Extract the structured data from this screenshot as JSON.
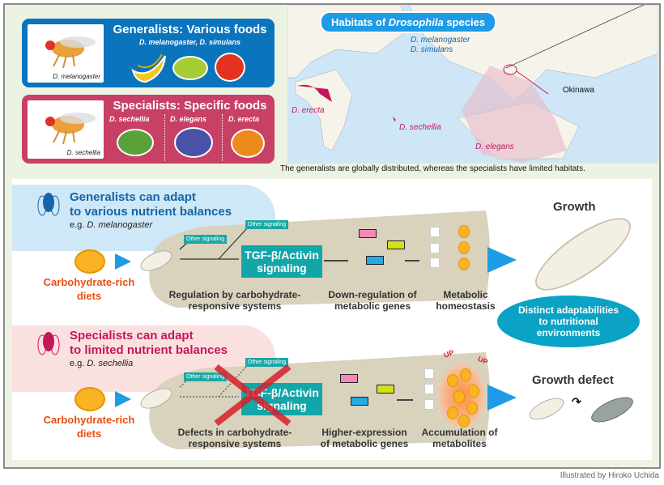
{
  "generalists_box": {
    "title": "Generalists: Various foods",
    "species": "D. melanogaster, D. simulans",
    "photo_caption": "D. melanogaster",
    "foods": [
      "banana-icon",
      "grapes-icon",
      "tomato-icon"
    ],
    "color": "#0a74bd"
  },
  "specialists_box": {
    "title": "Specialists: Specific foods",
    "photo_caption": "D. sechellia",
    "color": "#c84066",
    "groups": [
      {
        "species": "D. sechellia",
        "food": "noni-fruit-icon"
      },
      {
        "species": "D. elegans",
        "food": "morning-glory-icon"
      },
      {
        "species": "D. erecta",
        "food": "pandanus-fruit-icon"
      }
    ]
  },
  "map": {
    "title_prefix": "Habitats of ",
    "title_genus": "Drosophila",
    "title_suffix": " species",
    "generalist_label_1": "D. melanogaster",
    "generalist_label_2": "D. simulans",
    "erecta": "D. erecta",
    "sechellia": "D. sechellia",
    "elegans": "D. elegans",
    "okinawa": "Okinawa",
    "caption": "The generalists are globally distributed, whereas the specialists have limited habitats."
  },
  "top_row": {
    "heading_1": "Generalists can adapt",
    "heading_2": "to various nutrient balances",
    "eg": "e.g. ",
    "eg_species": "D. melanogaster",
    "diet_1": "Carbohydrate-rich",
    "diet_2": "diets",
    "other_signaling_1": "Other signaling",
    "other_signaling_2": "Other signaling",
    "tgf_1": "TGF-β/Activin",
    "tgf_2": "signaling",
    "label_1a": "Regulation by carbohydrate-",
    "label_1b": "responsive systems",
    "label_2a": "Down-regulation of",
    "label_2b": "metabolic genes",
    "label_3a": "Metabolic",
    "label_3b": "homeostasis",
    "outcome": "Growth"
  },
  "center_bubble": {
    "line_1": "Distinct adaptabilities",
    "line_2": "to nutritional",
    "line_3": "environments"
  },
  "bottom_row": {
    "heading_1": "Specialists can adapt",
    "heading_2": "to limited nutrient balances",
    "eg": "e.g. ",
    "eg_species": "D. sechellia",
    "diet_1": "Carbohydrate-rich",
    "diet_2": "diets",
    "other_signaling_1": "Other signaling",
    "other_signaling_2": "Other signaling",
    "tgf_1": "TGF-β/Activin",
    "tgf_2": "signaling",
    "label_1a": "Defects in carbohydrate-",
    "label_1b": "responsive systems",
    "label_2a": "Higher-expression",
    "label_2b": "of metabolic genes",
    "label_3a": "Accumulation of",
    "label_3b": "metabolites",
    "up_1": "UP",
    "up_2": "UP",
    "outcome": "Growth defect"
  },
  "credit": "Illustrated by Hiroko Uchida",
  "colors": {
    "generalist_blue": "#0a74bd",
    "specialist_pink": "#c84066",
    "teal": "#12a6a9",
    "diet_orange": "#e8500f",
    "arrow_blue": "#1e9be6"
  }
}
